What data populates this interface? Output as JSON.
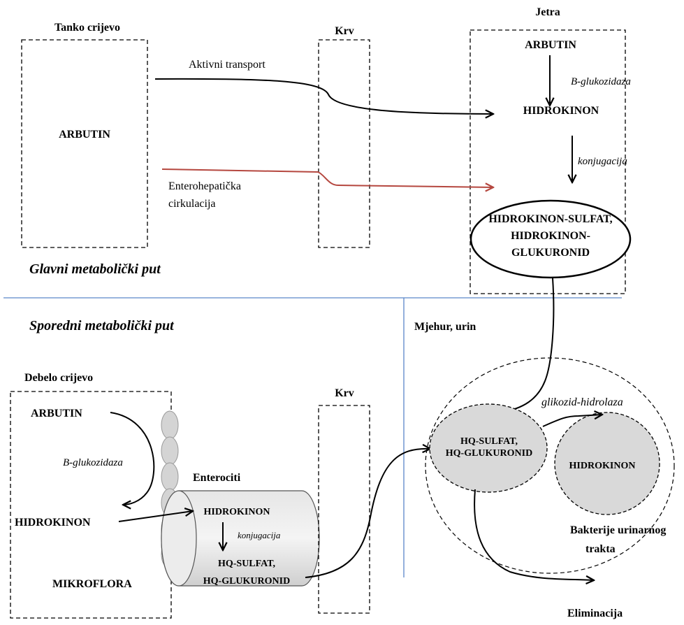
{
  "main_path": {
    "title": "Glavni metabolički put",
    "small_intestine": {
      "label": "Tanko crijevo",
      "content": "ARBUTIN"
    },
    "blood": {
      "label": "Krv"
    },
    "liver": {
      "label": "Jetra",
      "arbutin": "ARBUTIN",
      "enzyme": "B-glukozidaza",
      "hydroquinone": "HIDROKINON",
      "conjugation": "konjugacija",
      "conjugates": [
        "HIDROKINON-SULFAT,",
        "HIDROKINON-",
        "GLUKURONID"
      ]
    },
    "active_transport": "Aktivni transport",
    "enterohepatic": [
      "Enterohepatička",
      "cirkulacija"
    ]
  },
  "side_path": {
    "title": "Sporedni metabolički put",
    "large_intestine": {
      "label": "Debelo crijevo",
      "arbutin": "ARBUTIN",
      "enzyme": "B-glukozidaza",
      "hydroquinone": "HIDROKINON",
      "microflora": "MIKROFLORA"
    },
    "enterocytes": {
      "label": "Enterociti",
      "hydroquinone": "HIDROKINON",
      "conjugation": "konjugacija",
      "conjugates": [
        "HQ-SULFAT,",
        "HQ-GLUKURONID"
      ]
    },
    "blood": {
      "label": "Krv"
    },
    "bladder": {
      "label": "Mjehur, urin",
      "conjugates": [
        "HQ-SULFAT,",
        "HQ-GLUKURONID"
      ],
      "enzyme": "glikozid-hidrolaza",
      "hydroquinone": "HIDROKINON",
      "bacteria": [
        "Bakterije urinarnog",
        "trakta"
      ],
      "elimination": "Eliminacija"
    }
  },
  "colors": {
    "divider": "#5b86c9",
    "enterohepatic_arrow": "#b5473f",
    "node_fill": "#d9d9d9"
  }
}
